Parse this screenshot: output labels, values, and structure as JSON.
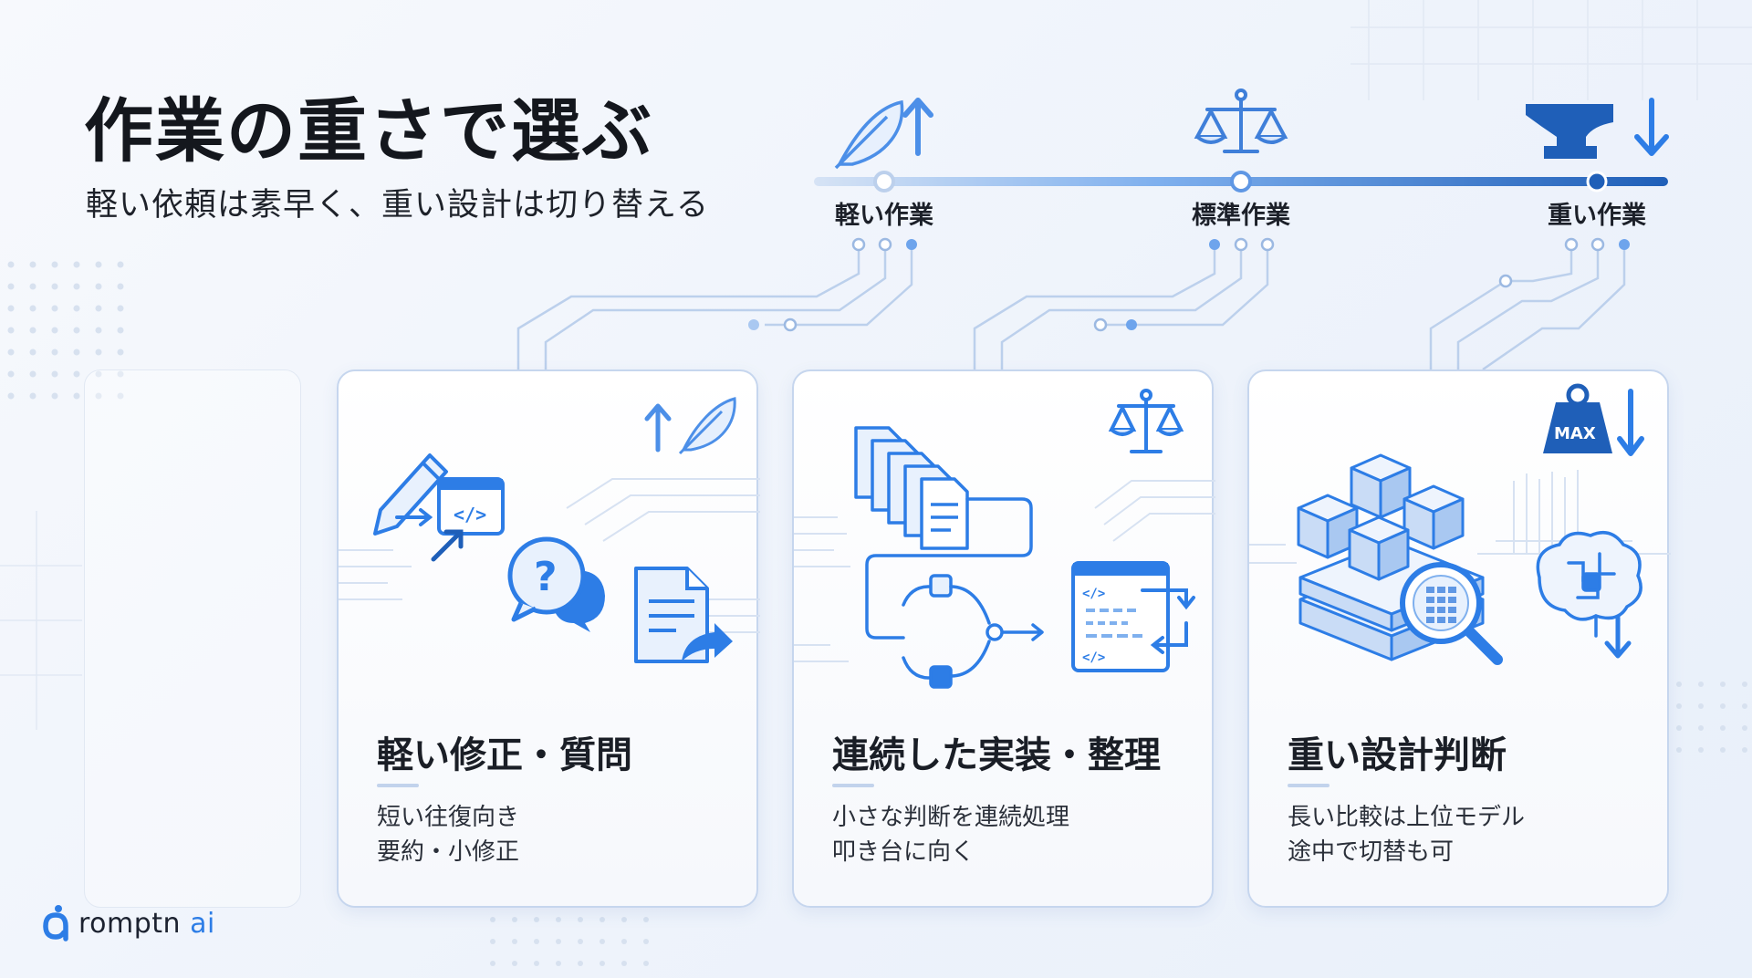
{
  "title": "作業の重さで選ぶ",
  "subtitle": "軽い依頼は素早く、重い設計は切り替える",
  "tiers": [
    {
      "label": "軽い作業",
      "icon": "feather-up-icon"
    },
    {
      "label": "標準作業",
      "icon": "balance-scale-icon"
    },
    {
      "label": "重い作業",
      "icon": "anvil-down-icon"
    }
  ],
  "cards": [
    {
      "title": "軽い修正・質問",
      "lines": [
        "短い往復向き",
        "要約・小修正"
      ],
      "icons": [
        "pencil-edit-icon",
        "question-bubble-icon",
        "document-share-icon",
        "feather-up-icon"
      ]
    },
    {
      "title": "連続した実装・整理",
      "lines": [
        "小さな判断を連続処理",
        "叩き台に向く"
      ],
      "icons": [
        "document-stack-icon",
        "workflow-icon",
        "code-window-icon",
        "balance-scale-icon"
      ]
    },
    {
      "title": "重い設計判断",
      "lines": [
        "長い比較は上位モデル",
        "途中で切替も可"
      ],
      "icons": [
        "cube-stack-icon",
        "magnifier-icon",
        "brain-circuit-icon",
        "max-weight-icon"
      ]
    }
  ],
  "max_badge": "MAX",
  "brand": {
    "name": "romptn",
    "suffix": "ai"
  },
  "colors": {
    "accent": "#2d7de6",
    "accent_dark": "#1f5fb8",
    "line": "#c9d8ef",
    "text": "#1a1d24"
  }
}
